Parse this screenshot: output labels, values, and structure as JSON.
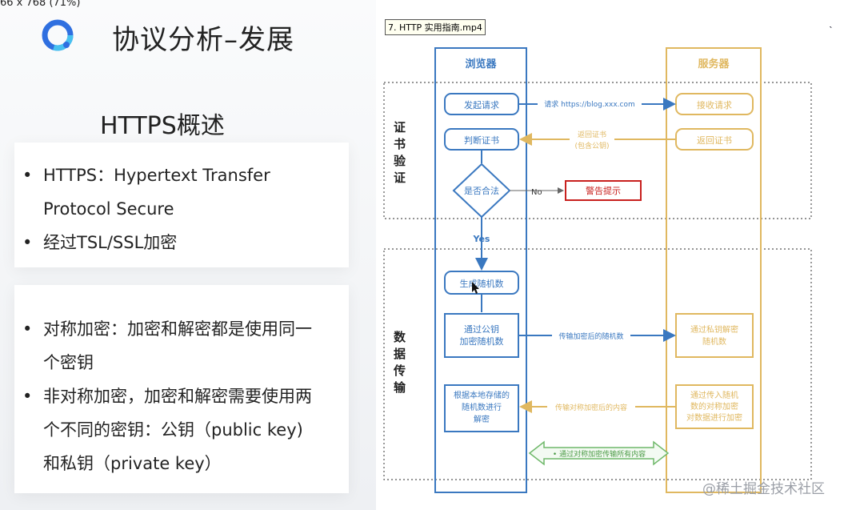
{
  "viewer": {
    "zoom_label": "66 x 768 (71%)"
  },
  "slide": {
    "title": "协议分析–发展",
    "section_title": "HTTPS概述",
    "card1": {
      "bullets": [
        [
          "HTTPS：Hypertext Transfer",
          "Protocol Secure"
        ],
        [
          "经过TSL/SSL加密"
        ]
      ]
    },
    "card2": {
      "bullets": [
        [
          "对称加密：加密和解密都是使用同一",
          "个密钥"
        ],
        [
          "非对称加密，加密和解密需要使用两",
          "个不同的密钥：公钥（public key)",
          "和私钥（private key）"
        ]
      ]
    },
    "bullet_char": "•"
  },
  "video": {
    "tag": "7. HTTP 实用指南.mp4",
    "corner_mark": "˴",
    "watermark": "@稀土掘金技术社区"
  },
  "diagram": {
    "colors": {
      "blue": "#3a78c0",
      "gold": "#e0b860",
      "red": "#c8201e",
      "green": "#6fb86a"
    },
    "browser_title": "浏览器",
    "server_title": "服务器",
    "group1_label": [
      "证",
      "书",
      "验",
      "证"
    ],
    "group2_label": [
      "数",
      "据",
      "传",
      "输"
    ],
    "browser_steps": {
      "send_request": "发起请求",
      "check_cert": "判断证书",
      "is_valid": "是否合法",
      "gen_random": "生成随机数",
      "encrypt_random": [
        "通过公钥",
        "加密随机数"
      ],
      "decrypt": [
        "根据本地存储的",
        "随机数进行",
        "解密"
      ]
    },
    "server_steps": {
      "receive": "接收请求",
      "return_cert": "返回证书",
      "private_decrypt": [
        "通过私钥解密",
        "随机数"
      ],
      "sym_encrypt": [
        "通过传入随机",
        "数的对称加密",
        "对数据进行加密"
      ]
    },
    "warning": "警告提示",
    "no_label": "No",
    "yes_label": "Yes",
    "arrows": {
      "request": "请求 https://blog.xxx.com",
      "return_cert": [
        "返回证书",
        "(包含公钥)"
      ],
      "send_encrypted": "传输加密后的随机数",
      "send_content": "传输对称加密后的内容"
    },
    "bottom_note": "• 通过对称加密传输所有内容"
  }
}
